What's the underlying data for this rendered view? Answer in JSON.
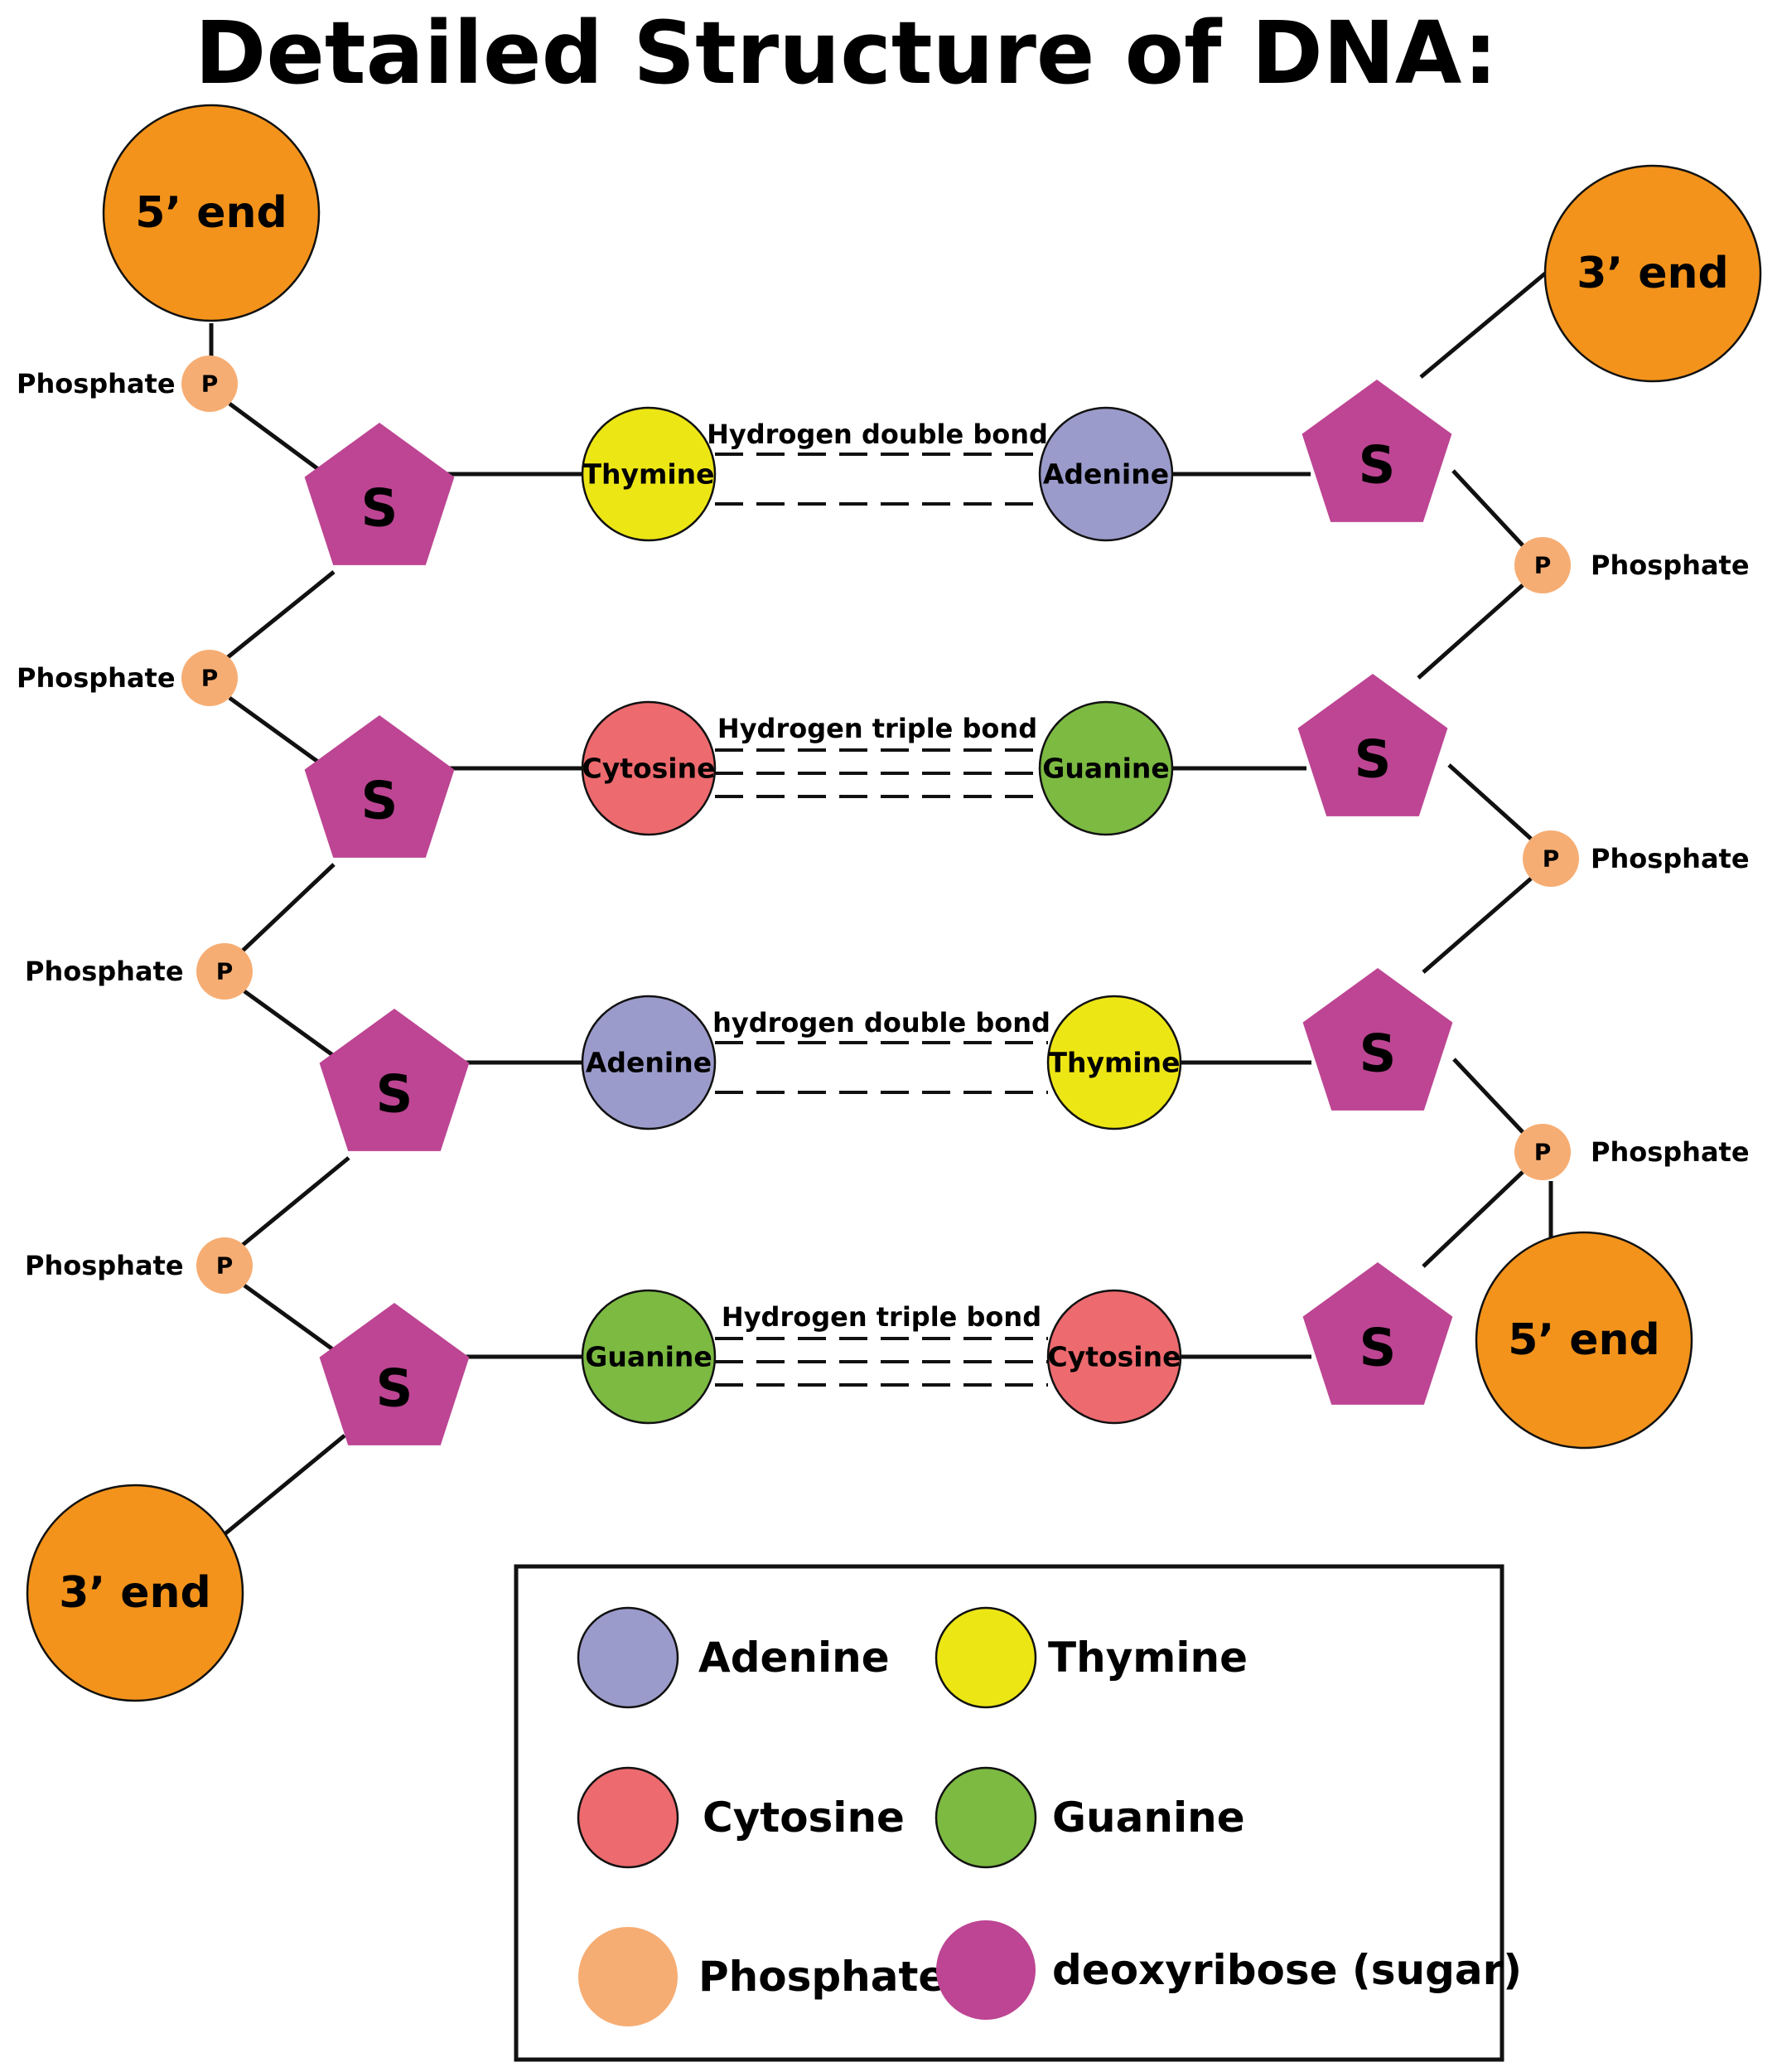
{
  "title": "Detailed Structure of DNA:",
  "ends": {
    "five_prime": "5’ end",
    "three_prime": "3’ end"
  },
  "labels": {
    "phosphate": "Phosphate",
    "p": "P",
    "s": "S"
  },
  "pairs": [
    {
      "left": "Thymine",
      "right": "Adenine",
      "bond": "Hydrogen double bond",
      "lines": 2
    },
    {
      "left": "Cytosine",
      "right": "Guanine",
      "bond": "Hydrogen triple bond",
      "lines": 3
    },
    {
      "left": "Adenine",
      "right": "Thymine",
      "bond": "hydrogen double bond",
      "lines": 2
    },
    {
      "left": "Guanine",
      "right": "Cytosine",
      "bond": "Hydrogen triple bond",
      "lines": 3
    }
  ],
  "legend": [
    {
      "key": "adenine",
      "label": "Adenine"
    },
    {
      "key": "thymine",
      "label": "Thymine"
    },
    {
      "key": "cytosine",
      "label": "Cytosine"
    },
    {
      "key": "guanine",
      "label": "Guanine"
    },
    {
      "key": "phosphate",
      "label": "Phosphate"
    },
    {
      "key": "sugar",
      "label": "deoxyribose (sugar)"
    }
  ],
  "colors": {
    "Adenine": "#9b9bcb",
    "Thymine": "#ede615",
    "Cytosine": "#ed6a6f",
    "Guanine": "#7cba42",
    "phosphate": "#f6ad73",
    "sugar": "#bd4593",
    "end": "#f3931b"
  }
}
